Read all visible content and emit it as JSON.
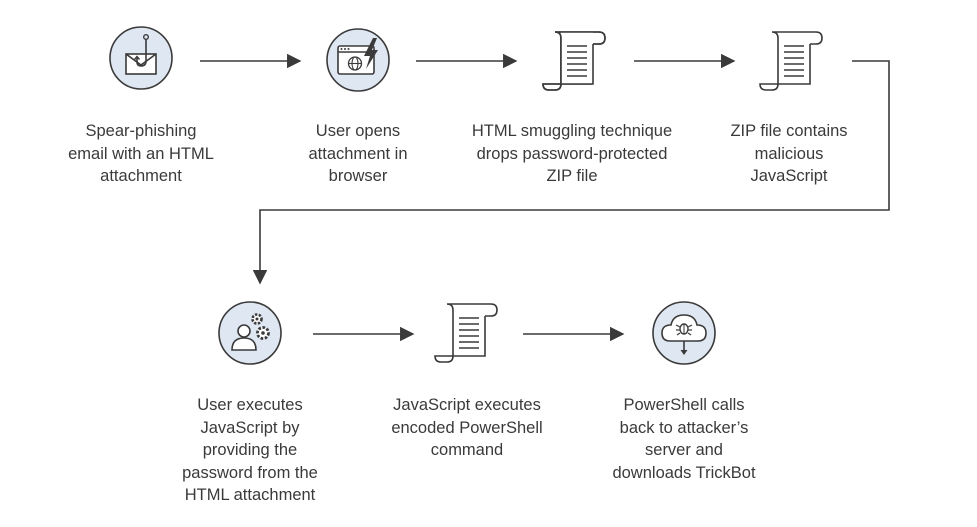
{
  "colors": {
    "circle_fill": "#dfe7f2",
    "stroke": "#3a3a3a",
    "arrow": "#3a3a3a",
    "text": "#3a3a3a"
  },
  "steps": [
    {
      "icon": "envelope-fishhook-icon",
      "lines": [
        "Spear-phishing",
        "email with an HTML",
        "attachment"
      ]
    },
    {
      "icon": "browser-lightning-icon",
      "lines": [
        "User opens",
        "attachment in",
        "browser"
      ]
    },
    {
      "icon": "scroll-document-icon",
      "lines": [
        "HTML smuggling technique",
        "drops password-protected",
        "ZIP file"
      ]
    },
    {
      "icon": "scroll-document-icon",
      "lines": [
        "ZIP file contains",
        "malicious",
        "JavaScript"
      ]
    },
    {
      "icon": "user-gears-icon",
      "lines": [
        "User executes",
        "JavaScript by",
        "providing the",
        "password from the",
        "HTML attachment"
      ]
    },
    {
      "icon": "scroll-document-icon",
      "lines": [
        "JavaScript executes",
        "encoded PowerShell",
        "command"
      ]
    },
    {
      "icon": "cloud-bug-download-icon",
      "lines": [
        "PowerShell calls",
        "back to attacker’s",
        "server and",
        "downloads TrickBot"
      ]
    }
  ]
}
